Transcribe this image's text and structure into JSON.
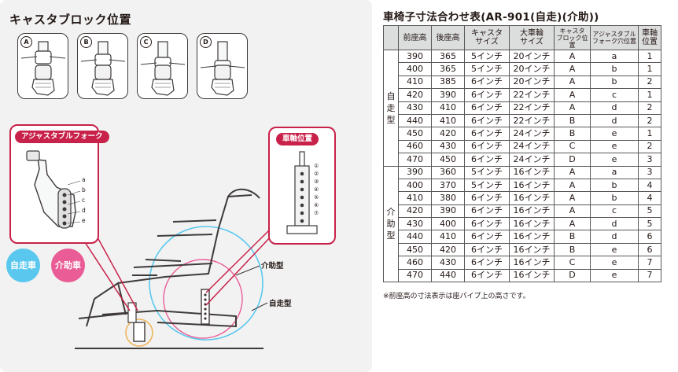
{
  "left": {
    "title": "キャスタブロック位置",
    "caster_blocks": [
      "A",
      "B",
      "C",
      "D"
    ],
    "fork_panel_title": "アジャスタブルフォーク",
    "fork_positions": [
      "a",
      "b",
      "c",
      "d",
      "e"
    ],
    "axle_panel_title": "車軸位置",
    "axle_positions": [
      "①",
      "②",
      "③",
      "④",
      "⑤",
      "⑥",
      "⑦"
    ],
    "badge_self": "自走車",
    "badge_assist": "介助車",
    "label_assist_type": "介助型",
    "label_self_type": "自走型",
    "colors": {
      "accent": "#c8224a",
      "self": "#5ac8ee",
      "assist": "#e95c96"
    }
  },
  "table": {
    "title": "車椅子寸法合わせ表(AR-901(自走)(介助))",
    "headers": [
      "前座高",
      "後座高",
      "キャスタ\nサイズ",
      "大車輪\nサイズ",
      "キャスタ\nブロック位置",
      "アジャスタブル\nフォーク穴位置",
      "車軸\n位置"
    ],
    "groups": [
      {
        "label": "自\n走\n型",
        "rows": [
          [
            "390",
            "365",
            "5インチ",
            "20インチ",
            "A",
            "a",
            "1"
          ],
          [
            "400",
            "365",
            "5インチ",
            "20インチ",
            "A",
            "b",
            "1"
          ],
          [
            "410",
            "385",
            "6インチ",
            "20インチ",
            "A",
            "b",
            "2"
          ],
          [
            "420",
            "390",
            "6インチ",
            "22インチ",
            "A",
            "c",
            "1"
          ],
          [
            "430",
            "410",
            "6インチ",
            "22インチ",
            "A",
            "d",
            "2"
          ],
          [
            "440",
            "410",
            "6インチ",
            "22インチ",
            "B",
            "d",
            "2"
          ],
          [
            "450",
            "420",
            "6インチ",
            "24インチ",
            "B",
            "e",
            "1"
          ],
          [
            "460",
            "430",
            "6インチ",
            "24インチ",
            "C",
            "e",
            "2"
          ],
          [
            "470",
            "450",
            "6インチ",
            "24インチ",
            "D",
            "e",
            "3"
          ]
        ]
      },
      {
        "label": "介\n助\n型",
        "rows": [
          [
            "390",
            "360",
            "5インチ",
            "16インチ",
            "A",
            "a",
            "3"
          ],
          [
            "400",
            "370",
            "5インチ",
            "16インチ",
            "A",
            "b",
            "4"
          ],
          [
            "410",
            "380",
            "6インチ",
            "16インチ",
            "A",
            "b",
            "4"
          ],
          [
            "420",
            "390",
            "6インチ",
            "16インチ",
            "A",
            "c",
            "5"
          ],
          [
            "430",
            "400",
            "6インチ",
            "16インチ",
            "A",
            "d",
            "5"
          ],
          [
            "440",
            "410",
            "6インチ",
            "16インチ",
            "B",
            "d",
            "6"
          ],
          [
            "450",
            "420",
            "6インチ",
            "16インチ",
            "B",
            "e",
            "6"
          ],
          [
            "460",
            "430",
            "6インチ",
            "16インチ",
            "C",
            "e",
            "7"
          ],
          [
            "470",
            "440",
            "6インチ",
            "16インチ",
            "D",
            "e",
            "7"
          ]
        ]
      }
    ],
    "footnote": "※前座高の寸法表示は座パイプ上の高さです。"
  }
}
